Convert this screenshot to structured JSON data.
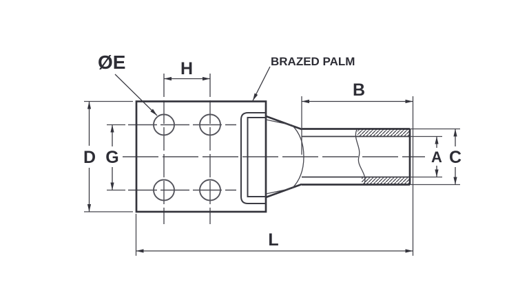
{
  "drawing": {
    "background": "#ffffff",
    "line_color": "#34343c",
    "annotation": {
      "palm_note": "BRAZED PALM"
    },
    "dimensions": {
      "hole_diameter": {
        "label": "ØE",
        "measures": "bolt hole diameter"
      },
      "hole_pitch_horizontal": {
        "label": "H",
        "measures": "horizontal hole spacing"
      },
      "barrel_length": {
        "label": "B",
        "measures": "barrel length"
      },
      "palm_width": {
        "label": "D",
        "measures": "palm overall width"
      },
      "hole_pitch_vertical": {
        "label": "G",
        "measures": "vertical hole spacing"
      },
      "bore_diameter": {
        "label": "A",
        "measures": "barrel bore inner diameter"
      },
      "barrel_outer_diameter": {
        "label": "C",
        "measures": "barrel outer diameter"
      },
      "overall_length": {
        "label": "L",
        "measures": "overall lug length"
      }
    }
  }
}
